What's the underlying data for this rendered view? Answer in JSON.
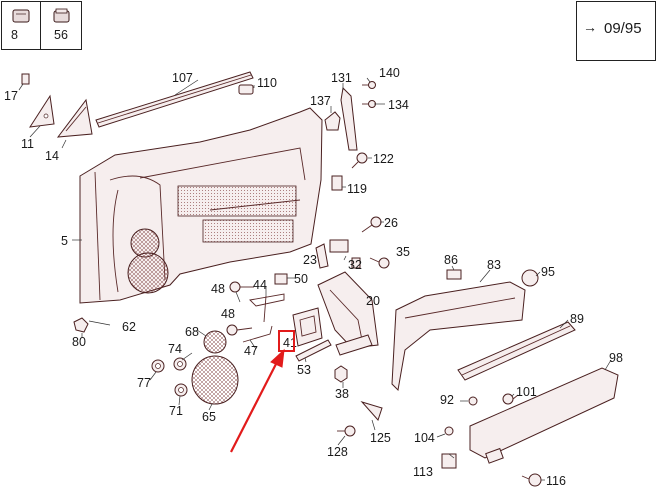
{
  "legend": {
    "items": [
      {
        "number": "8",
        "icon": "clip-square-icon"
      },
      {
        "number": "56",
        "icon": "plug-cap-icon"
      }
    ]
  },
  "version_box": {
    "arrow": "→",
    "text": "09/95"
  },
  "highlight": {
    "label": "41",
    "color": "#e21b1b"
  },
  "part_numbers": {
    "p5": "5",
    "p8": "8",
    "p11": "11",
    "p14": "14",
    "p17": "17",
    "p20": "20",
    "p23": "23",
    "p26": "26",
    "p32": "32",
    "p35": "35",
    "p38": "38",
    "p41": "41",
    "p44": "44",
    "p47": "47",
    "p48a": "48",
    "p48b": "48",
    "p50": "50",
    "p53": "53",
    "p62": "62",
    "p65": "65",
    "p68": "68",
    "p71": "71",
    "p74": "74",
    "p77": "77",
    "p80": "80",
    "p83": "83",
    "p86": "86",
    "p89": "89",
    "p92": "92",
    "p95": "95",
    "p98": "98",
    "p101": "101",
    "p104": "104",
    "p107": "107",
    "p110": "110",
    "p113": "113",
    "p116": "116",
    "p119": "119",
    "p122": "122",
    "p125": "125",
    "p128": "128",
    "p131": "131",
    "p134": "134",
    "p137": "137",
    "p140": "140"
  }
}
